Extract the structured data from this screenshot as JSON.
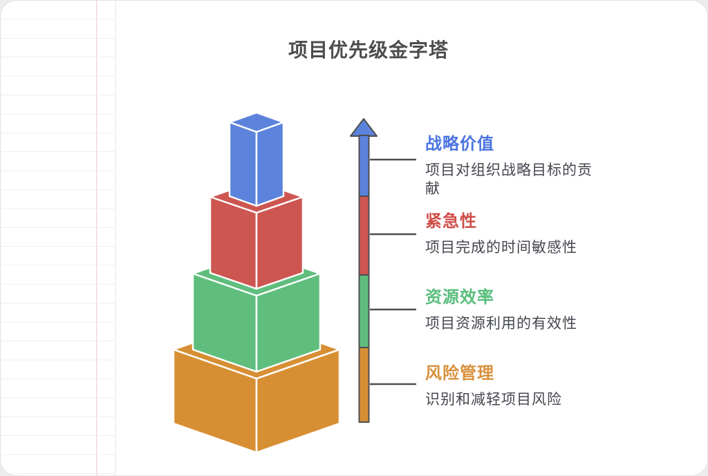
{
  "title": "项目优先级金字塔",
  "title_color": "#4c4c4c",
  "text_color": "#43464e",
  "axis": {
    "outline_color": "#4d4d4d",
    "edge_color": "#ffffff"
  },
  "levels": [
    {
      "name": "战略价值",
      "description": "项目对组织战略目标的贡献",
      "heading_color": "#4a74e0",
      "block_color": "#5c83dc"
    },
    {
      "name": "紧急性",
      "description": "项目完成的时间敏感性",
      "heading_color": "#cf4d48",
      "block_color": "#ce5651"
    },
    {
      "name": "资源效率",
      "description": "项目资源利用的有效性",
      "heading_color": "#58bd7b",
      "block_color": "#5fbe7d"
    },
    {
      "name": "风险管理",
      "description": "识别和减轻项目风险",
      "heading_color": "#d8913c",
      "block_color": "#d78f34"
    }
  ]
}
